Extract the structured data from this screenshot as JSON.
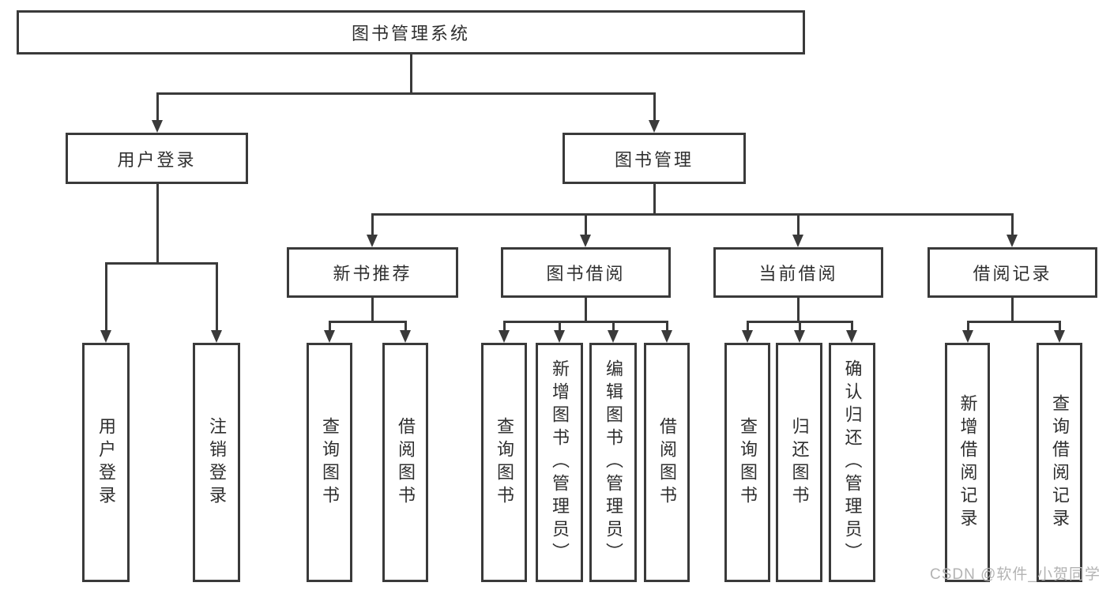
{
  "tree": {
    "label": "图书管理系统",
    "children": [
      {
        "label": "用户登录",
        "children": [
          {
            "label": "用户登录"
          },
          {
            "label": "注销登录"
          }
        ]
      },
      {
        "label": "图书管理",
        "children": [
          {
            "label": "新书推荐",
            "children": [
              {
                "label": "查询图书"
              },
              {
                "label": "借阅图书"
              }
            ]
          },
          {
            "label": "图书借阅",
            "children": [
              {
                "label": "查询图书"
              },
              {
                "label": "新增图书（管理员）"
              },
              {
                "label": "编辑图书（管理员）"
              },
              {
                "label": "借阅图书"
              }
            ]
          },
          {
            "label": "当前借阅",
            "children": [
              {
                "label": "查询图书"
              },
              {
                "label": "归还图书"
              },
              {
                "label": "确认归还（管理员）"
              }
            ]
          },
          {
            "label": "借阅记录",
            "children": [
              {
                "label": "新增借阅记录"
              },
              {
                "label": "查询借阅记录"
              }
            ]
          }
        ]
      }
    ]
  },
  "watermark": {
    "text": "CSDN @软件_小贺同学"
  },
  "colors": {
    "line": "#3a3a3a",
    "box_border": "#3a3a3a",
    "text": "#2f2f2f",
    "watermark": "#b3b3b3",
    "background": "#ffffff"
  }
}
